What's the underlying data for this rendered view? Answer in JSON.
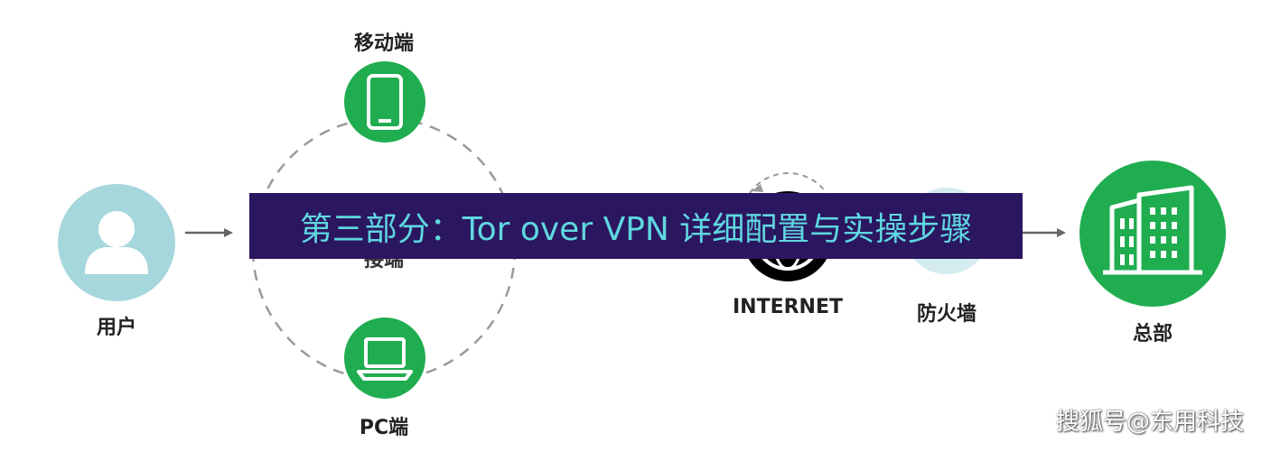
{
  "nodes": {
    "user": "用户",
    "mobile": "移动端",
    "pc": "PC端",
    "internet": "INTERNET",
    "firewall": "防火墙",
    "hq": "总部",
    "access_partial": "接端"
  },
  "banner_title": "第三部分：Tor over VPN 详细配置与实操步骤",
  "watermark": "搜狐号@东用科技",
  "colors": {
    "green": "#1fad4f",
    "user_circle": "#a6d7dc",
    "banner_bg": "#2b1660",
    "banner_text": "#5fd7df",
    "dashed_ring": "#9a9a9a",
    "arrow": "#666666"
  },
  "icons": [
    "user-icon",
    "phone-icon",
    "laptop-icon",
    "globe-icon",
    "building-icon",
    "shield-icon"
  ]
}
